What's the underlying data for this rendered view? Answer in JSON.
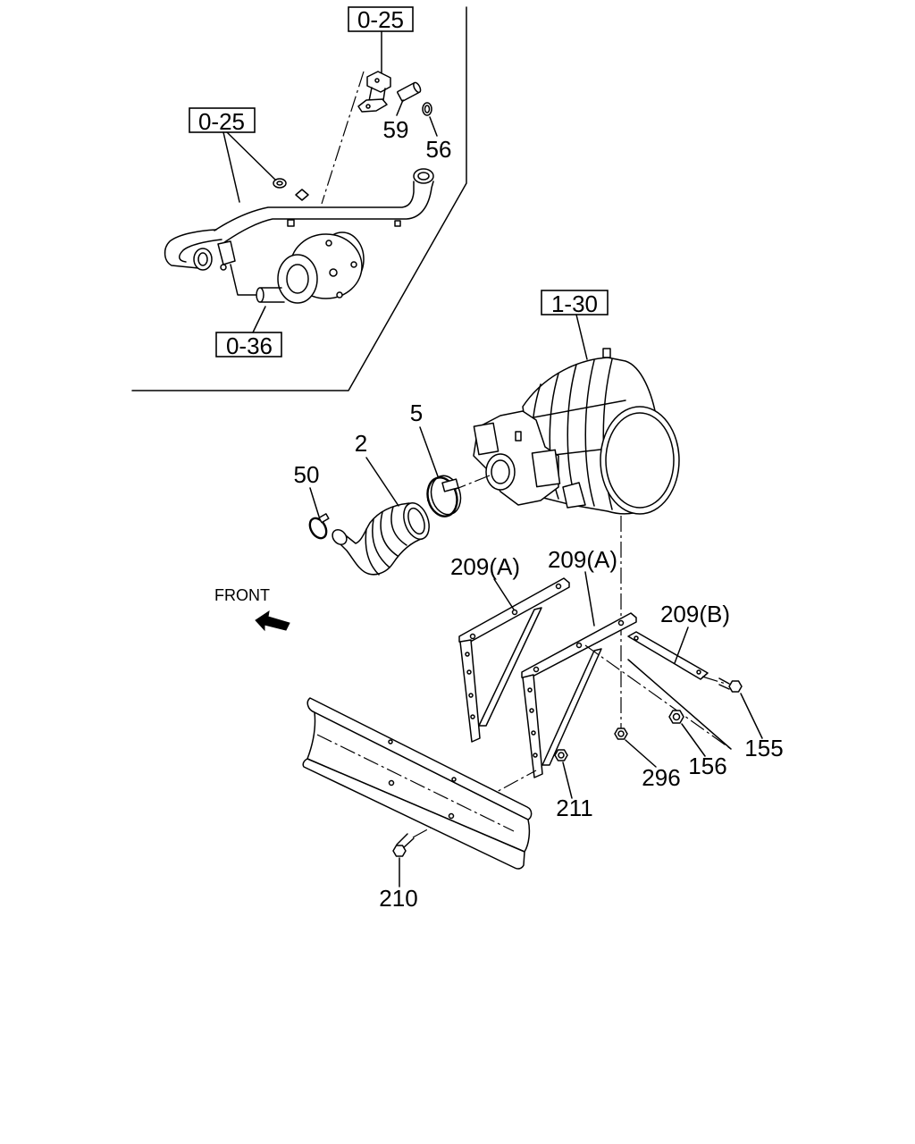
{
  "references": {
    "top_0_25": "0-25",
    "left_0_25": "0-25",
    "ref_0_36": "0-36",
    "ref_1_30": "1-30"
  },
  "parts": {
    "p59": "59",
    "p56": "56",
    "p5": "5",
    "p2": "2",
    "p50": "50",
    "p209a_left": "209(A)",
    "p209a_right": "209(A)",
    "p209b": "209(B)",
    "p155": "155",
    "p156": "156",
    "p296": "296",
    "p211": "211",
    "p210": "210"
  },
  "orientation": {
    "front_label": "FRONT"
  },
  "colors": {
    "line": "#000000",
    "background": "#ffffff"
  }
}
